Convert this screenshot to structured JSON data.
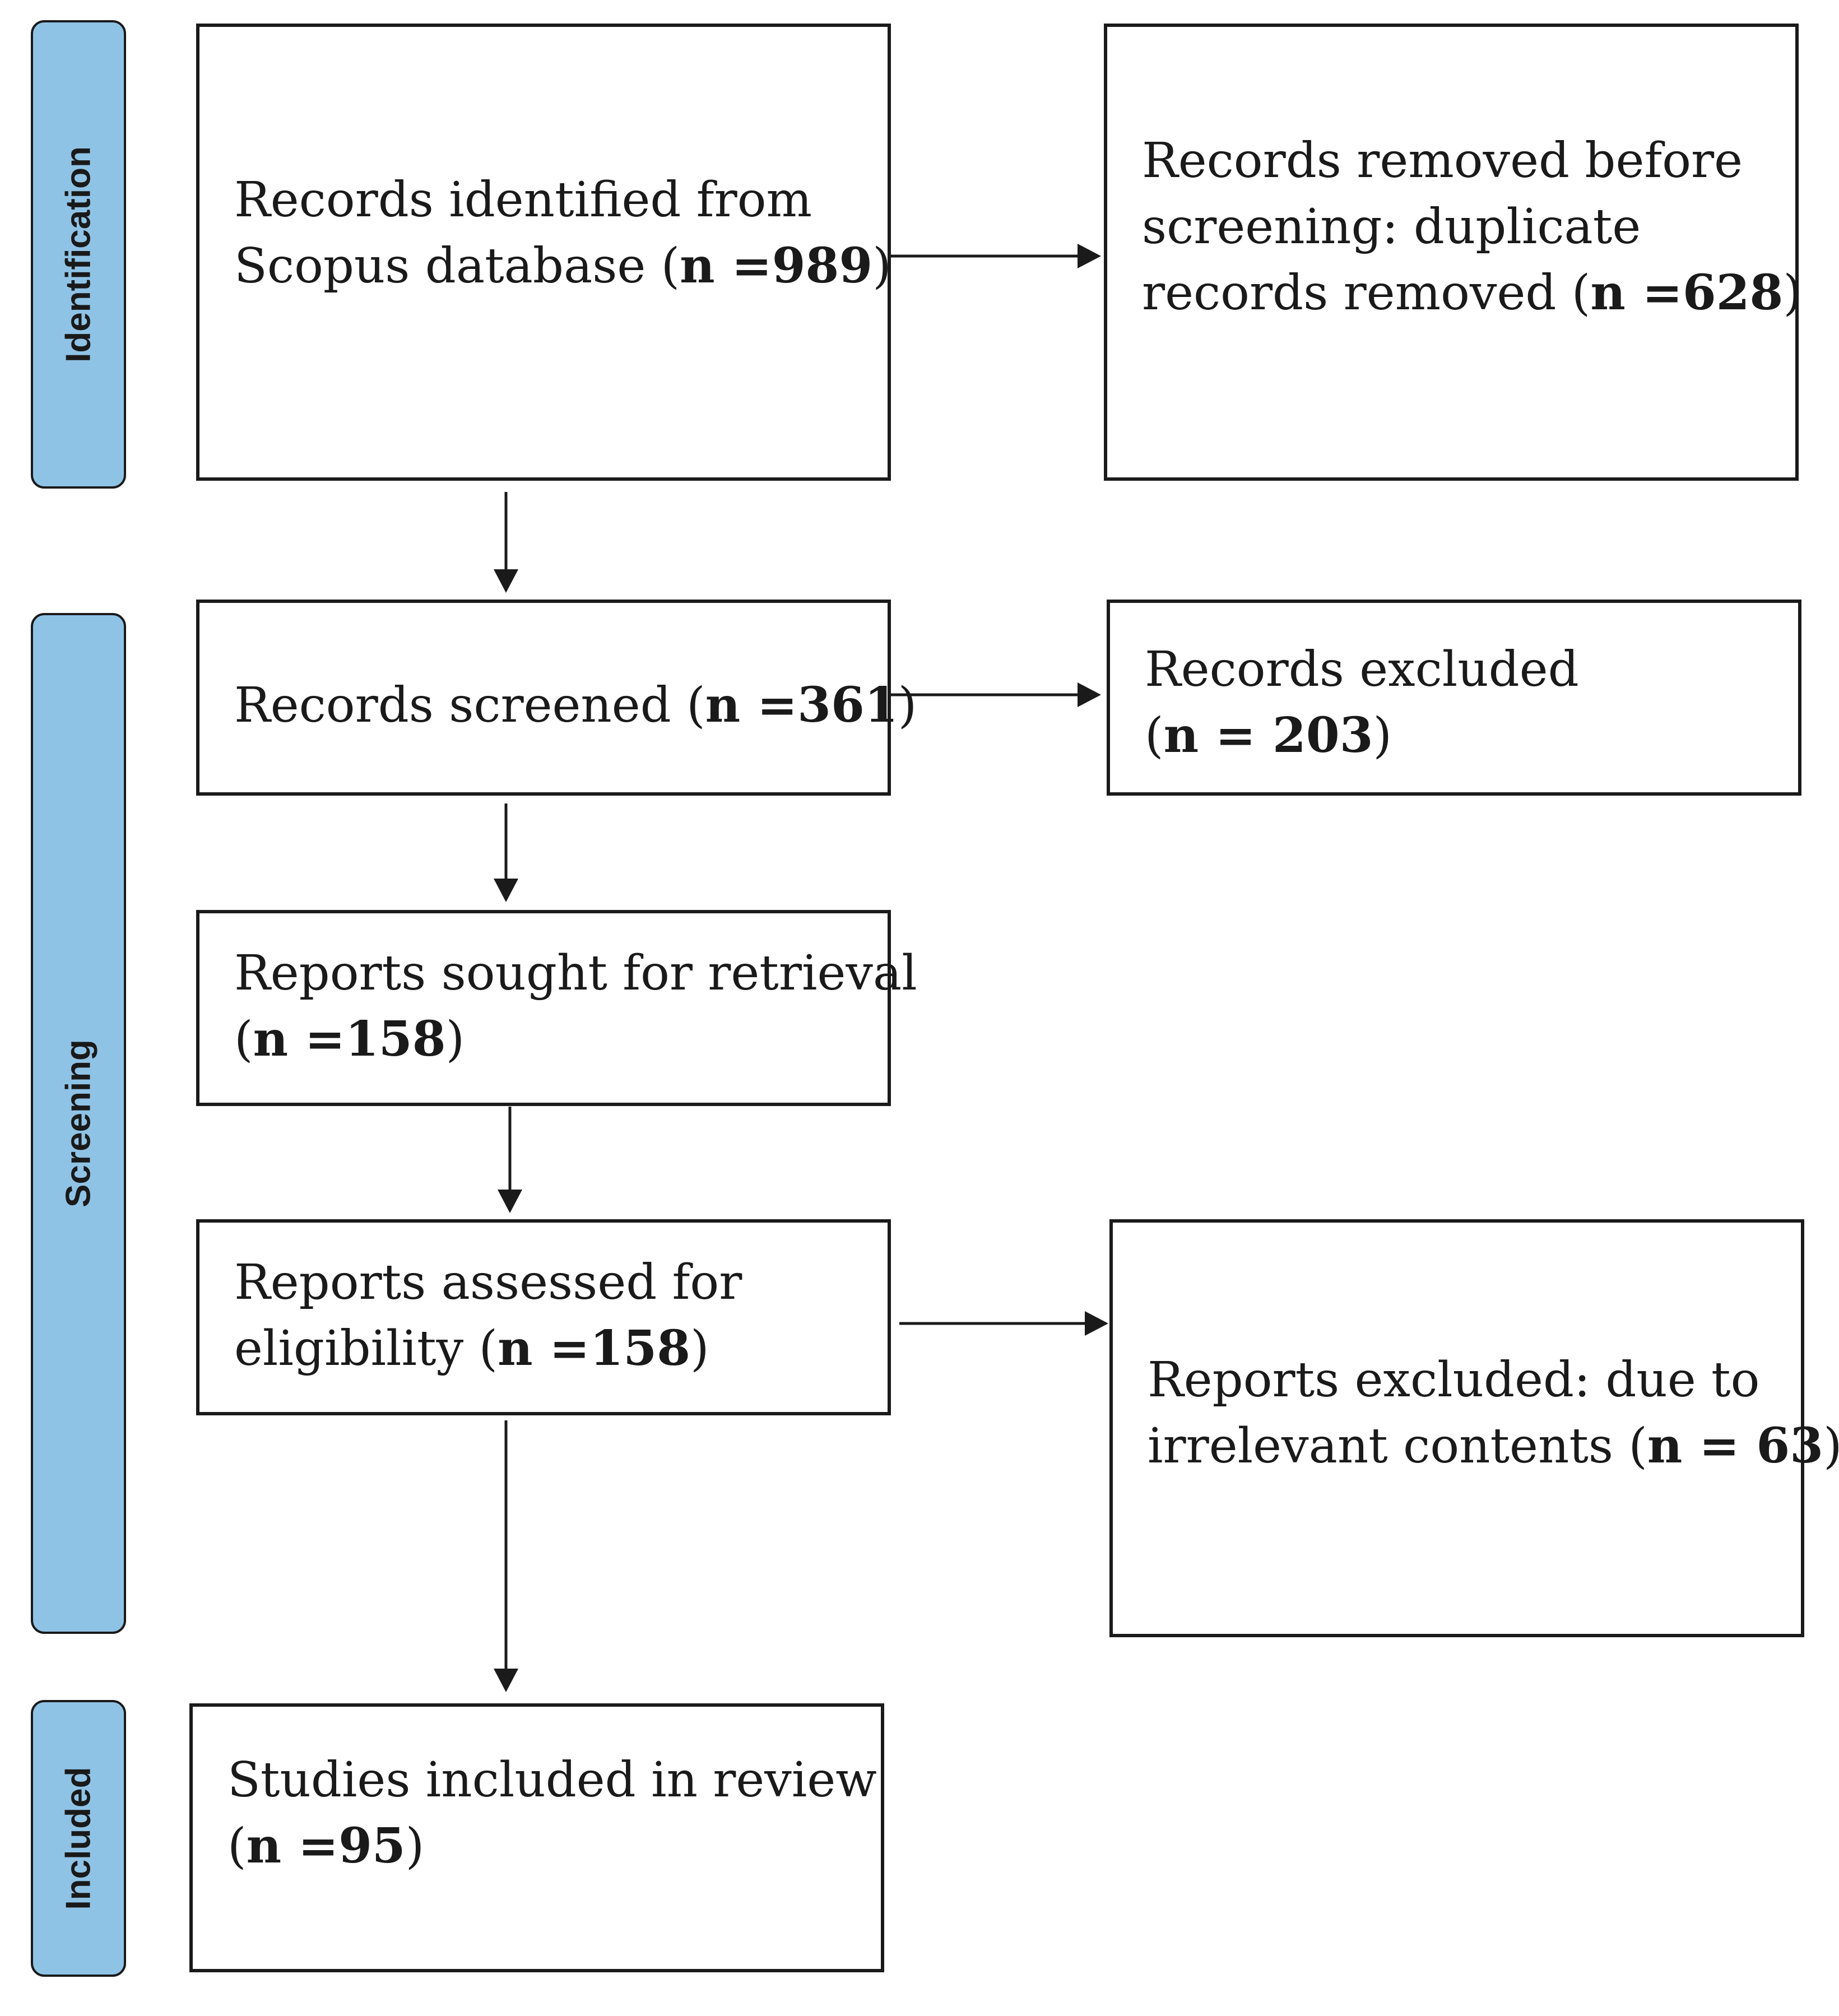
{
  "phase_color": "#8fc3e6",
  "phases": {
    "identification": "Identification",
    "screening": "Screening",
    "included": "Included"
  },
  "boxes": {
    "identified": {
      "line1": "Records identified from",
      "line2_text": "Scopus database (",
      "line2_bold": "n =989",
      "line2_end": ")"
    },
    "removed": {
      "line1": "Records removed before",
      "line2": "screening: duplicate",
      "line3_text": "records removed (",
      "line3_bold": "n =628",
      "line3_end": ")"
    },
    "screened": {
      "line1_text": "Records screened (",
      "line1_bold": "n =361",
      "line1_end": ")"
    },
    "records_excluded": {
      "line1": "Records excluded",
      "line2_text": "(",
      "line2_bold": "n = 203",
      "line2_end": ")"
    },
    "sought": {
      "line1": "Reports sought for retrieval",
      "line2_text": "(",
      "line2_bold": "n =158",
      "line2_end": ")"
    },
    "assessed": {
      "line1": "Reports assessed for",
      "line2_text": "eligibility (",
      "line2_bold": "n =158",
      "line2_end": ")"
    },
    "reports_excluded": {
      "line1": "Reports excluded: due to",
      "line2_text": "irrelevant contents (",
      "line2_bold": "n = 63",
      "line2_end": ")"
    },
    "included": {
      "line1": "Studies included in review",
      "line2_text": "(",
      "line2_bold": "n =95",
      "line2_end": ")"
    }
  }
}
